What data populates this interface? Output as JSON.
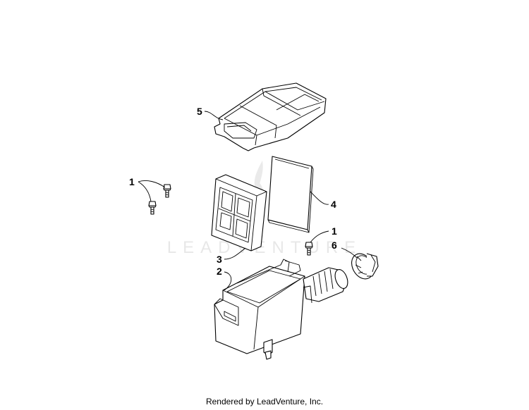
{
  "diagram": {
    "callouts": [
      {
        "id": "c5",
        "label": "5"
      },
      {
        "id": "c1a",
        "label": "1"
      },
      {
        "id": "c4",
        "label": "4"
      },
      {
        "id": "c1b",
        "label": "1"
      },
      {
        "id": "c6",
        "label": "6"
      },
      {
        "id": "c3",
        "label": "3"
      },
      {
        "id": "c2",
        "label": "2"
      }
    ],
    "watermark": "LEADVENTURE"
  },
  "footer": {
    "text": "Rendered by LeadVenture, Inc."
  }
}
